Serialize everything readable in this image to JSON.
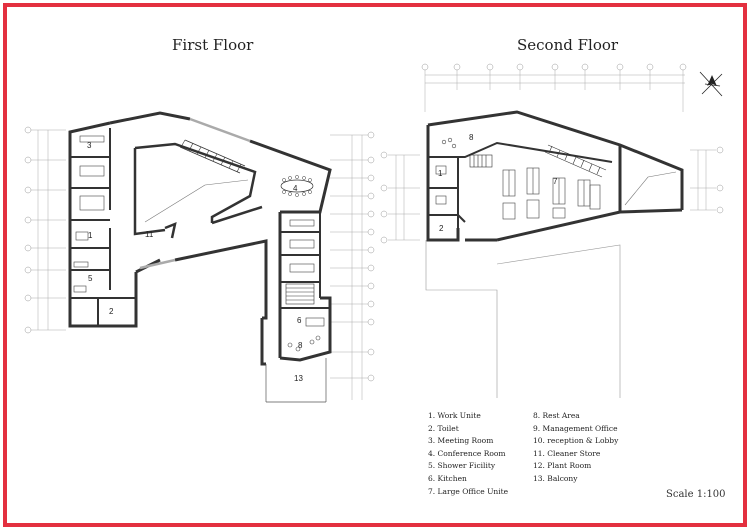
{
  "titles": {
    "first": "First Floor",
    "second": "Second Floor"
  },
  "rooms_first": [
    "3",
    "4",
    "1",
    "11",
    "5",
    "2",
    "6",
    "8",
    "13"
  ],
  "rooms_second": [
    "8",
    "1",
    "7",
    "2"
  ],
  "legend_col1": [
    "1. Work Unite",
    "2. Toilet",
    "3. Meeting Room",
    "4. Conference Room",
    "5. Shower Ficility",
    "6. Kitchen",
    "7. Large Office Unite"
  ],
  "legend_col2": [
    "8. Rest Area",
    "9. Management Office",
    "10. reception & Lobby",
    "11. Cleaner Store",
    "12. Plant Room",
    "13. Balcony"
  ],
  "scale": "Scale 1:100"
}
